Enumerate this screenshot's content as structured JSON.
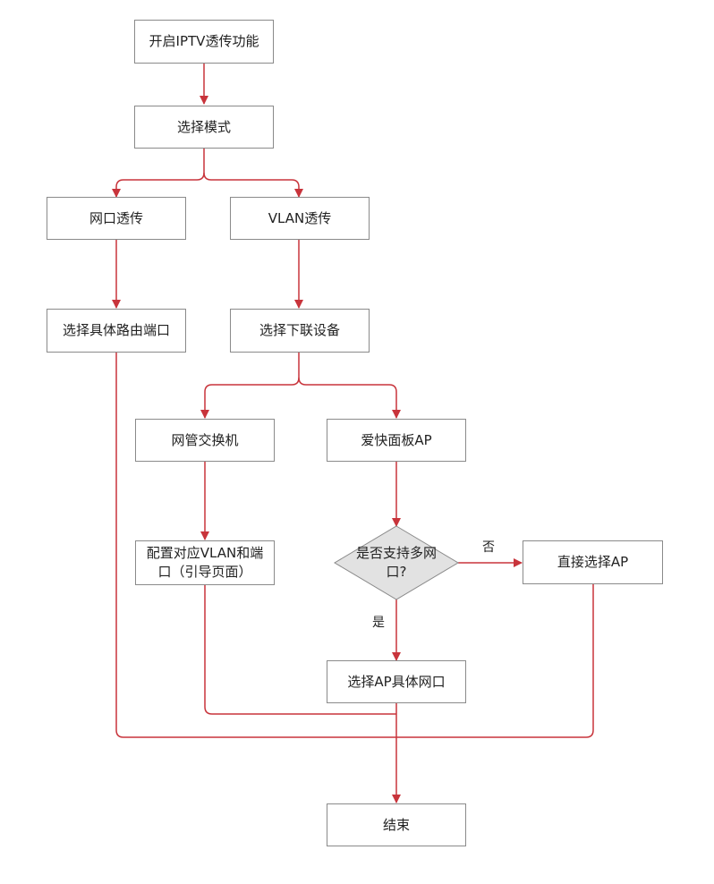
{
  "colors": {
    "arrow": "#c8343b",
    "border": "#8a8a8a",
    "diamond_fill": "#e2e2e2"
  },
  "nodes": {
    "enable_iptv": "开启IPTV透传功能",
    "select_mode": "选择模式",
    "port_passthrough": "网口透传",
    "vlan_passthrough": "VLAN透传",
    "select_router_port": "选择具体路由端口",
    "select_downlink": "选择下联设备",
    "managed_switch": "网管交换机",
    "panel_ap": "爱快面板AP",
    "config_vlan": "配置对应VLAN和端口（引导页面）",
    "multi_port_q": "是否支持多网口?",
    "select_ap_direct": "直接选择AP",
    "select_ap_port": "选择AP具体网口",
    "end": "结束"
  },
  "edge_labels": {
    "no": "否",
    "yes": "是"
  }
}
